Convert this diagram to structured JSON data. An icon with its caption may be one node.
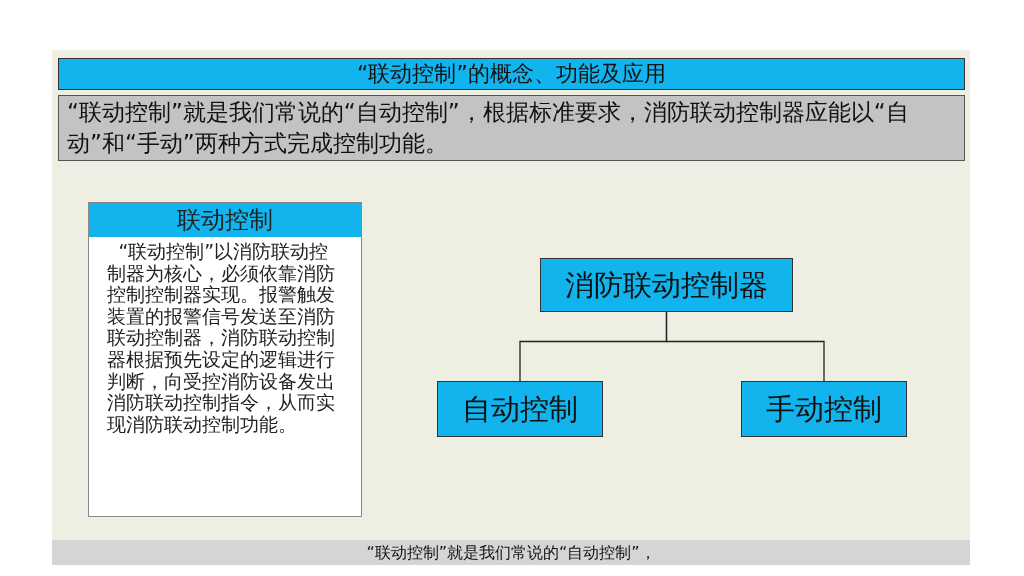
{
  "diagram": {
    "title": "“联动控制”的概念、功能及应用",
    "nodes": [
      {
        "text": [
          "“联动控制”就是我们常说的“自动控制”，根据标准要求，消防联动控制器应能以“自动”和“手动”两种方式完成控制功能。"
        ]
      },
      {
        "text": [
          "联动控制",
          "“联动控制”以消防联动控制器为核心，必须依靠消防控制控制器实现。报警触发装置的报警信号发送至消防联动控制器，消防联动控制器根据预先设定的逻辑进行判断，向受控消防设备发出消防联动控制指令，从而实现消防联动控制功能。"
        ]
      },
      {
        "text": [
          "消防联动控制器"
        ]
      },
      {
        "text": [
          "自动控制"
        ]
      },
      {
        "text": [
          "手动控制"
        ]
      }
    ],
    "edges": [
      {
        "from": 2,
        "to": 3,
        "arrow": "none"
      },
      {
        "from": 2,
        "to": 4,
        "arrow": "none"
      }
    ],
    "labels": [
      "“联动控制”就是我们常说的“自动控制”，"
    ]
  }
}
